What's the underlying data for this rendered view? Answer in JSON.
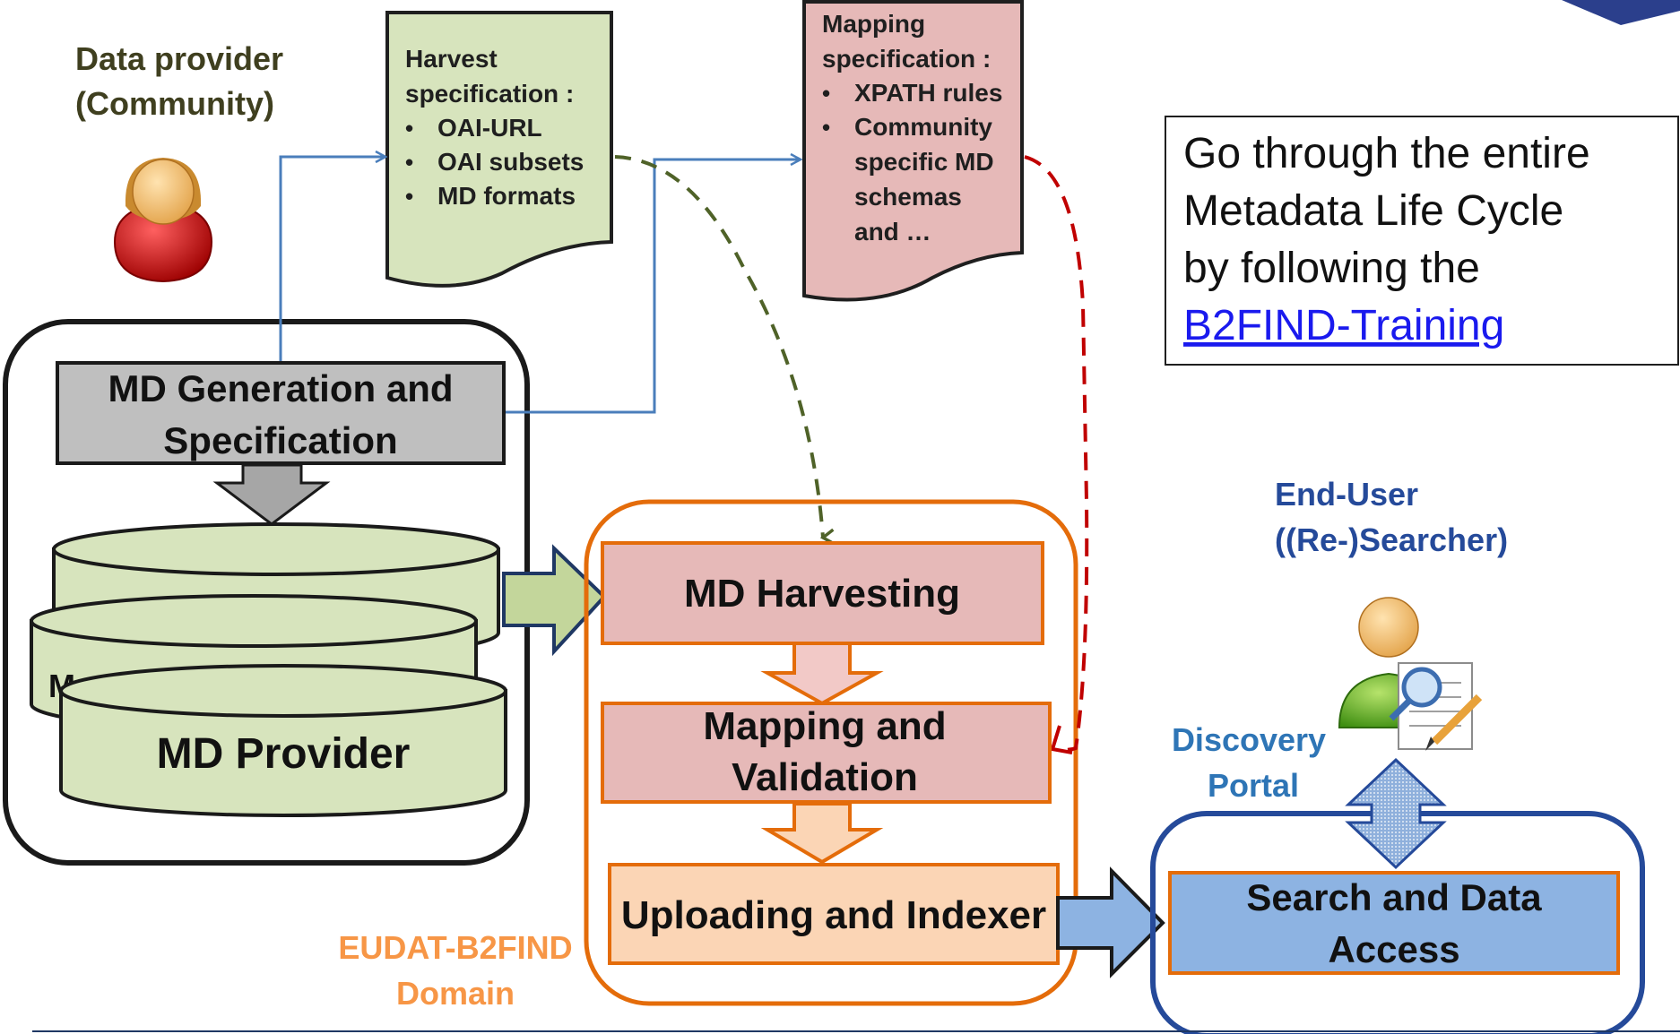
{
  "data_provider": {
    "line1": "Data provider",
    "line2": "(Community)",
    "icon": "female-user-icon"
  },
  "harvest_spec": {
    "title_line1": "Harvest",
    "title_line2": "specification :",
    "items": [
      "OAI-URL",
      "OAI subsets",
      "MD formats"
    ]
  },
  "mapping_spec": {
    "title_line1": "Mapping",
    "title_line2": "specification :",
    "items": [
      "XPATH rules",
      "Community",
      "specific MD",
      "schemas",
      "and …"
    ]
  },
  "info_box": {
    "lines": [
      "Go through the entire",
      "Metadata Life Cycle",
      "by following the"
    ],
    "link": "B2FIND-Training"
  },
  "provider_domain": {
    "generation": {
      "line1": "MD Generation and",
      "line2": "Specification"
    },
    "hidden_label_fragment": "M",
    "md_provider": "MD Provider"
  },
  "b2find_domain": {
    "label_line1": "EUDAT-B2FIND",
    "label_line2": "Domain",
    "harvesting": "MD Harvesting",
    "mapping": {
      "line1": "Mapping and",
      "line2": "Validation"
    },
    "uploading": "Uploading and Indexer"
  },
  "end_user": {
    "line1": "End-User",
    "line2": "((Re-)Searcher)",
    "icon": "searcher-user-icon"
  },
  "portal": {
    "label_line1": "Discovery",
    "label_line2": "Portal",
    "search": {
      "line1": "Search and Data",
      "line2": "Access"
    }
  },
  "colors": {
    "green_box": "#d7e4bd",
    "pink_box": "#e6b9b8",
    "peach_box": "#fbd5b5",
    "blue_box": "#8db3e2",
    "orange_border": "#e46c0a",
    "navy": "#254a9a",
    "green_text": "#3f3f1f"
  }
}
